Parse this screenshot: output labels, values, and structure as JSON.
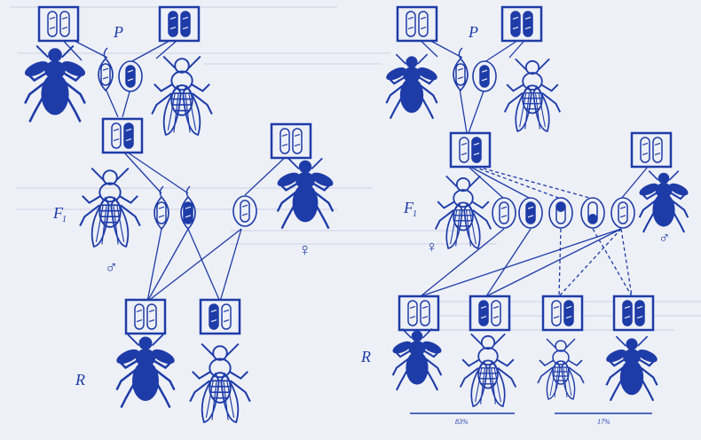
{
  "colors": {
    "ink": "#1e3ca8",
    "paper": "#eef0f7",
    "bleed": "#c9cde3"
  },
  "left_panel": {
    "gen_p": "P",
    "gen_f1": "F",
    "f1_subscript": "1",
    "gen_r": "R",
    "male_symbol": "♂",
    "female_symbol": "♀"
  },
  "right_panel": {
    "gen_p": "P",
    "gen_f1": "F",
    "f1_subscript": "1",
    "gen_r": "R",
    "male_symbol": "♂",
    "female_symbol": "♀",
    "parental_pct": "83%",
    "recombinant_pct": "17%"
  }
}
